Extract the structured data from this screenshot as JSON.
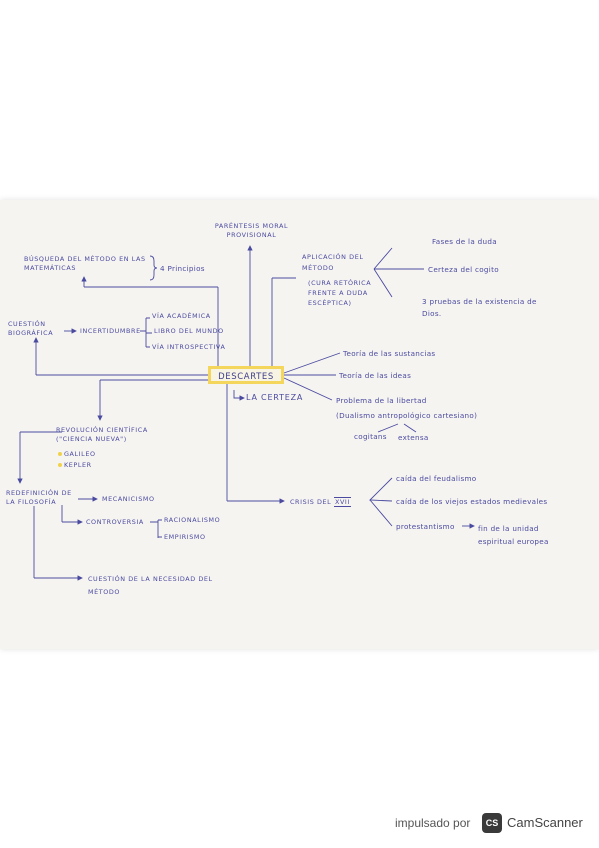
{
  "diagram": {
    "center": "DESCARTES",
    "center_sub": "LA CERTEZA",
    "top": "PARÉNTESIS MORAL PROVISIONAL",
    "method_search": "BÚSQUEDA DEL MÉTODO EN LAS MATEMÁTICAS",
    "four_principles": "4 Principios",
    "bio_question": "CUESTIÓN BIOGRÁFICA",
    "uncertainty": "INCERTIDUMBRE",
    "via_academica": "VÍA ACADÉMICA",
    "libro_mundo": "LIBRO DEL MUNDO",
    "via_introspectiva": "VÍA INTROSPECTIVA",
    "revolution": "REVOLUCIÓN CIENTÍFICA (\"CIENCIA NUEVA\")",
    "galileo": "GALILEO",
    "kepler": "KEPLER",
    "redefinition": "REDEFINICIÓN DE LA FILOSOFÍA",
    "mecanicismo": "MECANICISMO",
    "controversia": "CONTROVERSIA",
    "racionalismo": "RACIONALISMO",
    "empirismo": "EMPIRISMO",
    "cuestion_necesidad": "CUESTIÓN DE LA NECESIDAD DEL MÉTODO",
    "aplicacion": "APLICACIÓN DEL MÉTODO",
    "cura": "(CURA RETÓRICA FRENTE A DUDA ESCÉPTICA)",
    "fases_duda": "Fases de la duda",
    "certeza_cogito": "Certeza del cogito",
    "pruebas_dios": "3 pruebas de la existencia de Dios.",
    "teoria_sustancias": "Teoría de las sustancias",
    "teoria_ideas": "Teoría de las ideas",
    "problema_libertad": "Problema de la libertad",
    "dualismo": "(Dualismo antropológico cartesiano)",
    "cogitans": "cogitans",
    "extensa": "extensa",
    "crisis_label": "CRISIS DEL",
    "crisis_century": "XVII",
    "caida_feudalismo": "caída del feudalismo",
    "caida_estados": "caída de los viejos estados medievales",
    "protestantismo": "protestantismo",
    "fin_unidad": "fin de la unidad espiritual europea"
  },
  "footer": {
    "powered_by": "impulsado por",
    "logo_letters": "CS",
    "brand": "CamScanner"
  },
  "colors": {
    "ink": "#4a4ba0",
    "highlight": "#f3d65b",
    "paper": "#f6f4f1"
  }
}
